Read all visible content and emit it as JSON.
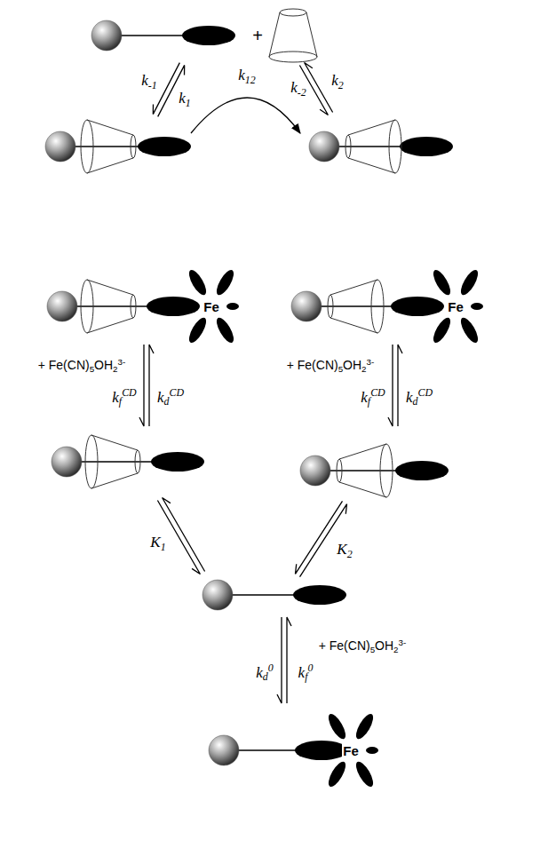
{
  "diagram": {
    "nodes": [
      {
        "text": [
          "Fe"
        ]
      },
      {
        "text": [
          "Fe"
        ]
      },
      {
        "text": [
          "Fe"
        ]
      }
    ],
    "labels": [
      "k-1",
      "k1",
      "+",
      "k2",
      "k12",
      "k-2",
      "+ Fe(CN)5OH23-",
      "kfCD",
      "kdCD",
      "+ Fe(CN)5OH23-",
      "kfCD",
      "kdCD",
      "K1",
      "K2",
      "+ Fe(CN)5OH23-",
      "kd0",
      "kf0"
    ]
  }
}
